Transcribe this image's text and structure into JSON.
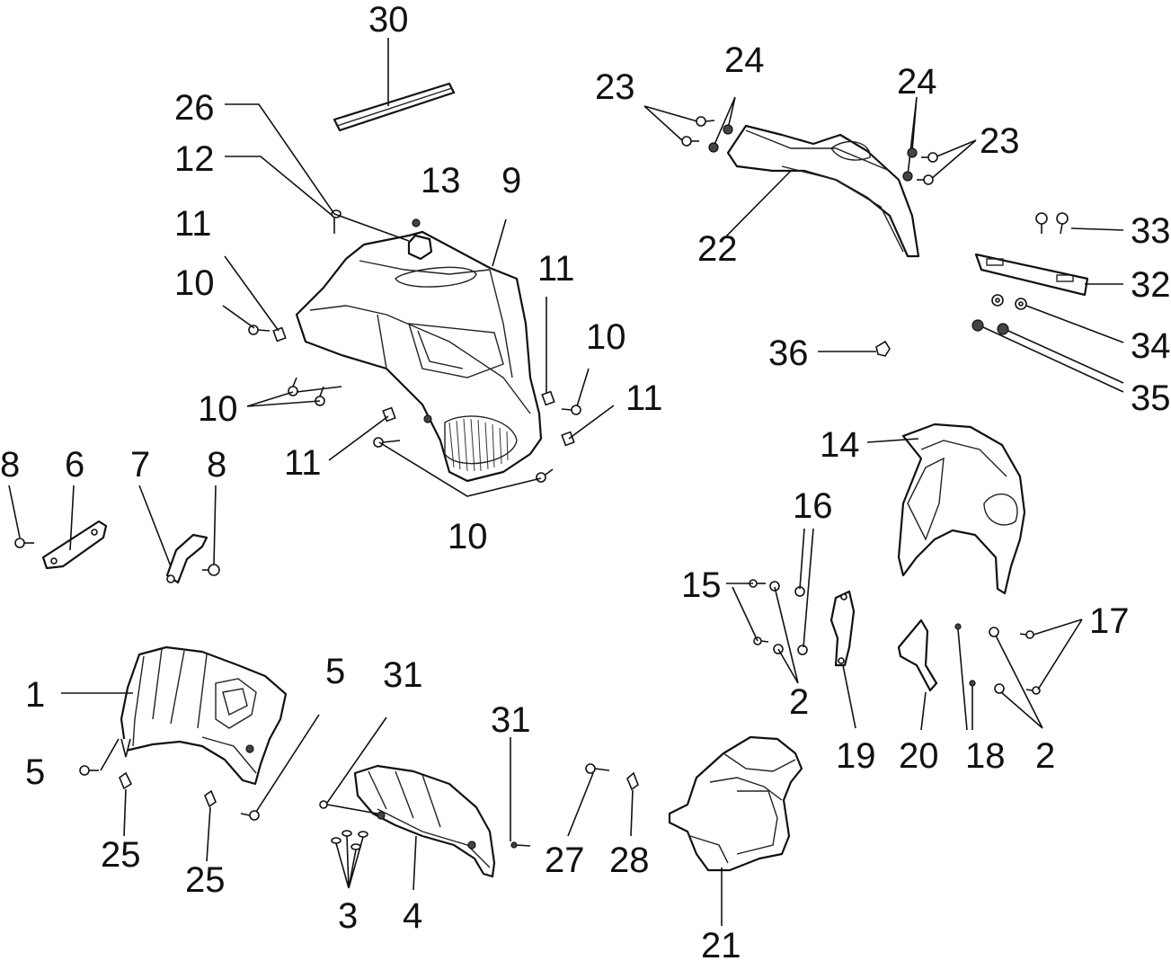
{
  "diagram": {
    "callouts": [
      {
        "id": "c30",
        "text": "30"
      },
      {
        "id": "c26",
        "text": "26"
      },
      {
        "id": "c12",
        "text": "12"
      },
      {
        "id": "c13",
        "text": "13"
      },
      {
        "id": "c9",
        "text": "9"
      },
      {
        "id": "c11a",
        "text": "11"
      },
      {
        "id": "c10a",
        "text": "10"
      },
      {
        "id": "c10b",
        "text": "10"
      },
      {
        "id": "c11b",
        "text": "11"
      },
      {
        "id": "c10c",
        "text": "10"
      },
      {
        "id": "c11c",
        "text": "11"
      },
      {
        "id": "c11d",
        "text": "11"
      },
      {
        "id": "c10d",
        "text": "10"
      },
      {
        "id": "c23a",
        "text": "23"
      },
      {
        "id": "c24a",
        "text": "24"
      },
      {
        "id": "c24b",
        "text": "24"
      },
      {
        "id": "c23b",
        "text": "23"
      },
      {
        "id": "c22",
        "text": "22"
      },
      {
        "id": "c33",
        "text": "33"
      },
      {
        "id": "c32",
        "text": "32"
      },
      {
        "id": "c34",
        "text": "34"
      },
      {
        "id": "c35",
        "text": "35"
      },
      {
        "id": "c36",
        "text": "36"
      },
      {
        "id": "c14",
        "text": "14"
      },
      {
        "id": "c16",
        "text": "16"
      },
      {
        "id": "c15",
        "text": "15"
      },
      {
        "id": "c2a",
        "text": "2"
      },
      {
        "id": "c19",
        "text": "19"
      },
      {
        "id": "c20",
        "text": "20"
      },
      {
        "id": "c18",
        "text": "18"
      },
      {
        "id": "c2b",
        "text": "2"
      },
      {
        "id": "c17",
        "text": "17"
      },
      {
        "id": "c8a",
        "text": "8"
      },
      {
        "id": "c6",
        "text": "6"
      },
      {
        "id": "c7",
        "text": "7"
      },
      {
        "id": "c8b",
        "text": "8"
      },
      {
        "id": "c1",
        "text": "1"
      },
      {
        "id": "c5a",
        "text": "5"
      },
      {
        "id": "c5b",
        "text": "5"
      },
      {
        "id": "c25a",
        "text": "25"
      },
      {
        "id": "c25b",
        "text": "25"
      },
      {
        "id": "c31a",
        "text": "31"
      },
      {
        "id": "c3",
        "text": "3"
      },
      {
        "id": "c4",
        "text": "4"
      },
      {
        "id": "c31b",
        "text": "31"
      },
      {
        "id": "c27",
        "text": "27"
      },
      {
        "id": "c28",
        "text": "28"
      },
      {
        "id": "c21",
        "text": "21"
      }
    ]
  }
}
